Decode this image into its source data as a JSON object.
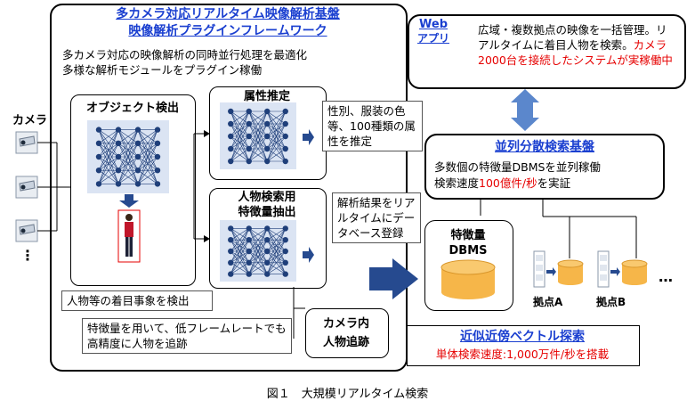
{
  "framework": {
    "title1": "多カメラ対応リアルタイム映像解析基盤",
    "title2": "映像解析プラグインフレームワーク",
    "desc1": "多カメラ対応の映像解析の同時並行処理を最適化",
    "desc2": "多様な解析モジュールをプラグイン稼働"
  },
  "camera_label": "カメラ",
  "camera_more": "⋮",
  "object_detection": {
    "label": "オブジェクト検出"
  },
  "attribute": {
    "label": "属性推定",
    "note": "性別、服装の色等、100種類の属性を推定"
  },
  "feature": {
    "label_line1": "人物検索用",
    "label_line2": "特徴量抽出"
  },
  "db_note": "解析結果をリアルタイムにデータベース登録",
  "detect_note": "人物等の着目事象を検出",
  "tracking": {
    "note": "特徴量を用いて、低フレームレートでも高精度に人物を追跡",
    "label_line1": "カメラ内",
    "label_line2": "人物追跡"
  },
  "web_app": {
    "label_line1": "Web",
    "label_line2": "アプリ",
    "desc_normal": "広域・複数拠点の映像を一括管理。リアルタイムに着目人物を検索。",
    "desc_red": "カメラ2000台を接続したシステムが実稼働中"
  },
  "parallel_search": {
    "title": "並列分散検索基盤",
    "line1": "多数個の特徴量DBMSを並列稼働",
    "line2_prefix": "検索速度",
    "line2_red": "100億件/秒",
    "line2_suffix": "を実証"
  },
  "dbms": {
    "label_line1": "特徴量",
    "label_line2": "DBMS"
  },
  "sites": {
    "a": "拠点A",
    "b": "拠点B",
    "more": "…"
  },
  "ann": {
    "title": "近似近傍ベクトル探索",
    "desc": "単体検索速度:1,000万件/秒を搭載"
  },
  "caption": "図１　大規模リアルタイム検索",
  "colors": {
    "title_blue": "#1a3fd0",
    "accent_red": "#e60000",
    "nn_panel": "#dbe4f3",
    "nn_node": "#1f3f7a",
    "arrow_blue": "#264a8f",
    "db_orange": "#f6b649",
    "double_arrow": "#5b87cc"
  }
}
